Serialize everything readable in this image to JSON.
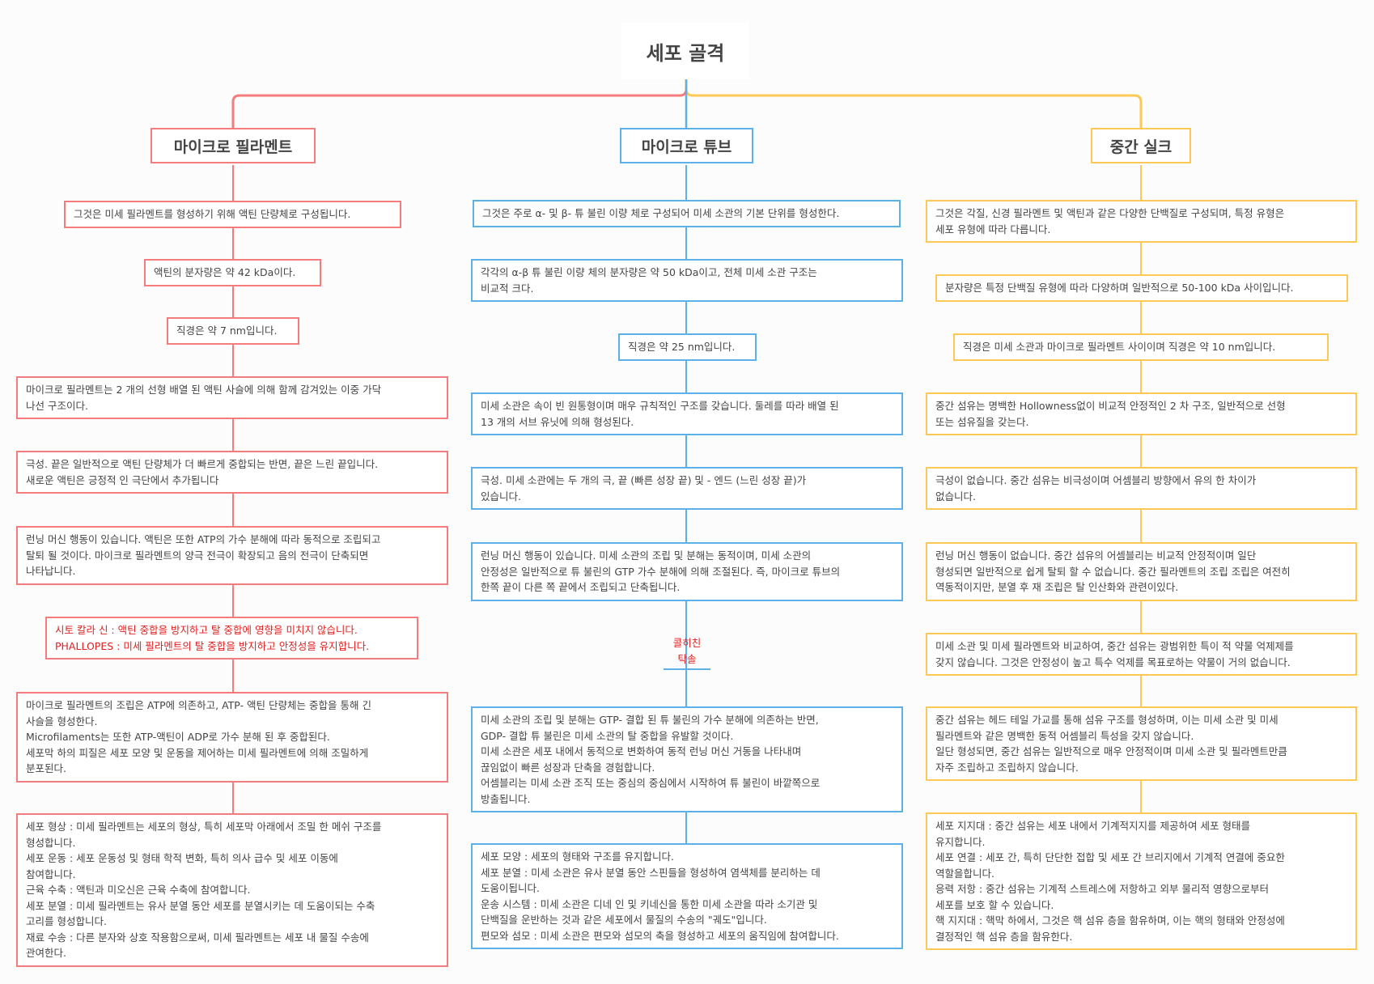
{
  "title": "세포 골격",
  "colors": {
    "microfilament": "#f47c7c",
    "microtubule": "#5cb1e8",
    "intermediate": "#fdc855",
    "warning_text": "#e02020"
  },
  "branches": [
    {
      "label": "마이크로 필라멘트",
      "nodes": [
        "그것은 미세 필라멘트를 형성하기 위해 액틴 단량체로 구성됩니다.",
        "액틴의 분자량은 약 42 kDa이다.",
        "직경은 약 7 nm입니다.",
        "마이크로 필라멘트는 2 개의 선형 배열 된 액틴 사슬에 의해 함께 감겨있는 이중 가닥\n나선 구조이다.",
        "극성. 끝은 일반적으로 액틴 단량체가 더 빠르게 중합되는 반면, 끝은 느린 끝입니다.\n새로운 액틴은 긍정적 인 극단에서 추가됩니다",
        "런닝 머신 행동이 있습니다. 액틴은 또한 ATP의 가수 분해에 따라 동적으로 조립되고\n탈퇴 될 것이다. 마이크로 필라멘트의 양극 전극이 확장되고 음의 전극이 단축되면\n나타납니다.",
        "시토 칼라 신 : 액틴 중합을 방지하고 탈 중합에 영향을 미치지 않습니다.\nPHALLOPES : 미세 필라멘트의 탈 중합을 방지하고 안정성을 유지합니다.",
        "마이크로 필라멘트의 조립은 ATP에 의존하고, ATP- 액틴 단량체는 중합을 통해 긴\n사슬을 형성한다.\nMicrofilaments는 또한 ATP-액틴이 ADP로 가수 분해 된 후 중합된다.\n세포막 하의 피질은 세포 모양 및 운동을 제어하는 미세 필라멘트에 의해 조밀하게\n분포된다.",
        "세포 형상 : 미세 필라멘트는 세포의 형상, 특히 세포막 아래에서 조밀 한 메쉬 구조를\n형성합니다.\n세포 운동 : 세포 운동성 및 형태 학적 변화, 특히 의사 급수 및 세포 이동에\n참여합니다.\n근육 수축 : 액틴과 미오신은 근육 수축에 참여합니다.\n세포 분열 : 미세 필라멘트는 유사 분열 동안 세포를 분열시키는 데 도움이되는 수축\n고리를 형성합니다.\n재료 수송 : 다른 분자와 상호 작용함으로써, 미세 필라멘트는 세포 내 물질 수송에\n관여한다."
      ]
    },
    {
      "label": "마이크로 튜브",
      "nodes": [
        "그것은 주로 α- 및 β- 튜 불린 이량 체로 구성되어 미세 소관의 기본 단위를 형성한다.",
        "각각의 α-β 튜 불린 이량 체의 분자량은 약 50 kDa이고, 전체 미세 소관 구조는\n비교적 크다.",
        "직경은 약 25 nm입니다.",
        "미세 소관은 속이 빈 원통형이며 매우 규칙적인 구조를 갖습니다. 둘레를 따라 배열 된\n13 개의 서브 유닛에 의해 형성된다.",
        "극성. 미세 소관에는 두 개의 극, 끝 (빠른 성장 끝) 및 - 엔드 (느린 성장 끝)가\n있습니다.",
        "런닝 머신 행동이 있습니다. 미세 소관의 조립 및 분해는 동적이며, 미세 소관의\n안정성은 일반적으로 튜 불린의 GTP 가수 분해에 의해 조절된다. 즉, 마이크로 튜브의\n한쪽 끝이 다른 쪽 끝에서 조립되고 단축됩니다.",
        "콜히친\n탁솔",
        "미세 소관의 조립 및 분해는 GTP- 결합 된 튜 불린의 가수 분해에 의존하는 반면,\nGDP- 결합 튜 불린은 미세 소관의 탈 중합을 유발할 것이다.\n미세 소관은 세포 내에서 동적으로 변화하여 동적 런닝 머신 거동을 나타내며\n끊임없이 빠른 성장과 단축을 경험합니다.\n어셈블리는 미세 소관 조직 또는 중심의 중심에서 시작하여 튜 불린이 바깥쪽으로\n방출됩니다.",
        "세포 모양 : 세포의 형태와 구조를 유지합니다.\n세포 분열 : 미세 소관은 유사 분열 동안 스핀들을 형성하여 염색체를 분리하는 데\n도움이됩니다.\n운송 시스템 : 미세 소관은 디네 인 및 키네신을 통한 미세 소관을 따라 소기관 및\n단백질을 운반하는 것과 같은 세포에서 물질의 수송의 \"궤도\"입니다.\n편모와 섬모 : 미세 소관은 편모와 섬모의 축을 형성하고 세포의 움직임에 참여합니다."
      ]
    },
    {
      "label": "중간 실크",
      "nodes": [
        "그것은 각질, 신경 필라멘트 및 액틴과 같은 다양한 단백질로 구성되며, 특정 유형은\n세포 유형에 따라 다릅니다.",
        "분자량은 특정 단백질 유형에 따라 다양하며 일반적으로 50-100 kDa 사이입니다.",
        "직경은 미세 소관과 마이크로 필라멘트 사이이며 직경은 약 10 nm입니다.",
        "중간 섬유는 명백한 Hollowness없이 비교적 안정적인 2 차 구조, 일반적으로 선형\n또는 섬유질을 갖는다.",
        "극성이 없습니다. 중간 섬유는 비극성이며 어셈블리 방향에서 유의 한 차이가\n없습니다.",
        "런닝 머신 행동이 없습니다. 중간 섬유의 어셈블리는 비교적 안정적이며 일단\n형성되면 일반적으로 쉽게 탈퇴 할 수 없습니다. 중간 필라멘트의 조립 조립은 여전히\n역동적이지만, 분열 후 재 조립은 탈 인산화와 관련이있다.",
        "미세 소관 및 미세 필라멘트와 비교하여, 중간 섬유는 광범위한 특이 적 약물 억제제를\n갖지 않습니다. 그것은 안정성이 높고 특수 억제를 목표로하는 약물이 거의 없습니다.",
        "중간 섬유는 헤드 테일 가교를 통해 섬유 구조를 형성하며, 이는 미세 소관 및 미세\n필라멘트와 같은 명백한 동적 어셈블리 특성을 갖지 않습니다.\n일단 형성되면, 중간 섬유는 일반적으로 매우 안정적이며 미세 소관 및 필라멘트만큼\n자주 조립하고 조립하지 않습니다.",
        "세포 지지대 : 중간 섬유는 세포 내에서 기계적지지를 제공하여 세포 형태를\n유지합니다.\n세포 연결 : 세포 간, 특히 단단한 접합 및 세포 간 브리지에서 기계적 연결에 중요한\n역할을합니다.\n응력 저항 : 중간 섬유는 기계적 스트레스에 저항하고 외부 물리적 영향으로부터\n세포를 보호 할 수 있습니다.\n핵 지지대 : 핵막 하에서, 그것은 핵 섬유 층을 함유하며, 이는 핵의 형태와 안정성에\n결정적인 핵 섬유 층을 함유한다."
      ]
    }
  ]
}
